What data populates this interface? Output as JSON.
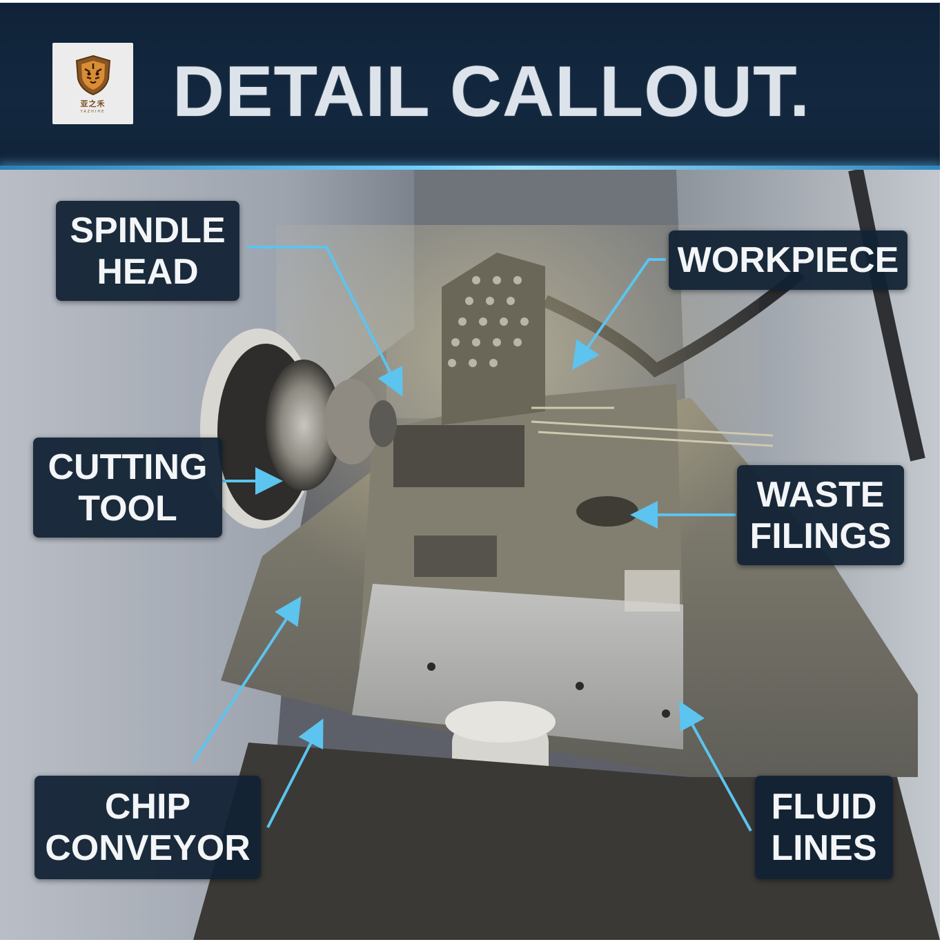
{
  "header": {
    "title": "DETAIL CALLOUT.",
    "logo": {
      "cn": "亚之禾",
      "en": "YAZHIHE",
      "icon": "tiger-shield-logo"
    }
  },
  "colors": {
    "header_bg": "#13283f",
    "accent": "#6fd0ff",
    "callout_bg": "#112234",
    "arrow": "#5cc4ef",
    "text": "#f3f5f7"
  },
  "callouts": {
    "spindle_head": {
      "line1": "SPINDLE",
      "line2": "HEAD"
    },
    "workpiece": {
      "line1": "WORKPIECE"
    },
    "cutting_tool": {
      "line1": "CUTTING",
      "line2": "TOOL"
    },
    "waste_filings": {
      "line1": "WASTE",
      "line2": "FILINGS"
    },
    "chip_conveyor": {
      "line1": "CHIP",
      "line2": "CONVEYOR"
    },
    "fluid_lines": {
      "line1": "FLUID",
      "line2": "LINES"
    }
  }
}
